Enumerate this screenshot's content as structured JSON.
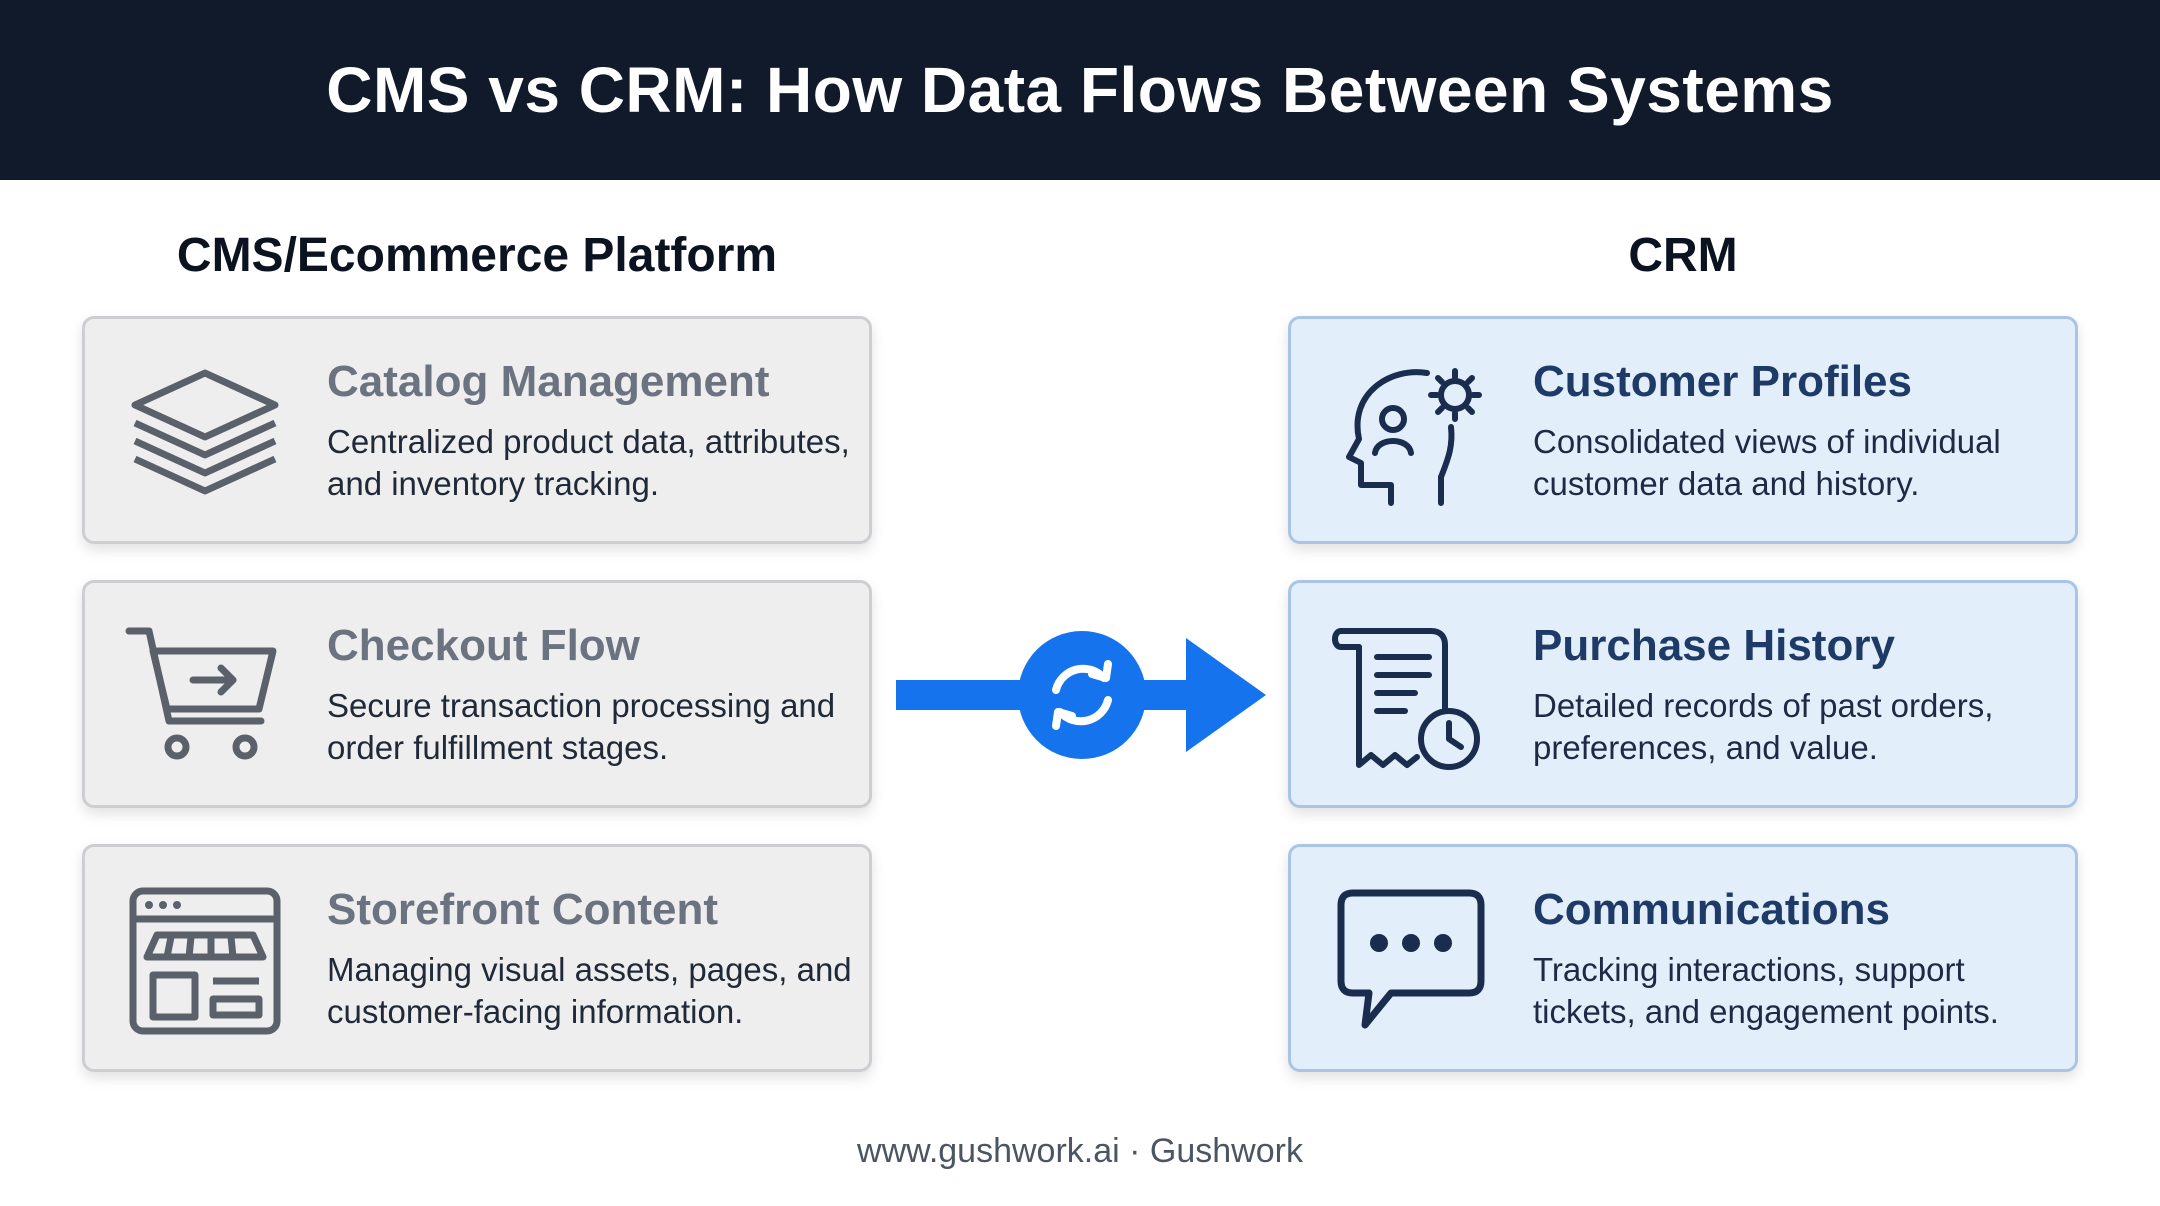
{
  "title": "CMS vs CRM: How Data Flows Between Systems",
  "left_column": {
    "heading": "CMS/Ecommerce Platform",
    "cards": [
      {
        "icon": "layers-icon",
        "title": "Catalog Management",
        "description": "Centralized product data, attributes, and inventory tracking."
      },
      {
        "icon": "shopping-cart-icon",
        "title": "Checkout Flow",
        "description": "Secure transaction processing and order fulfillment stages."
      },
      {
        "icon": "storefront-icon",
        "title": "Storefront Content",
        "description": "Managing visual assets, pages, and customer-facing information."
      }
    ]
  },
  "right_column": {
    "heading": "CRM",
    "cards": [
      {
        "icon": "head-gear-icon",
        "title": "Customer Profiles",
        "description": "Consolidated views of individual customer data and history."
      },
      {
        "icon": "receipt-clock-icon",
        "title": "Purchase History",
        "description": "Detailed records of past orders, preferences, and value."
      },
      {
        "icon": "chat-bubble-icon",
        "title": "Communications",
        "description": "Tracking interactions, support tickets, and engagement points."
      }
    ]
  },
  "flow": {
    "icon": "sync-icon",
    "arrow_icon": "right-arrow-icon",
    "direction": "left-to-right"
  },
  "footer": "www.gushwork.ai · Gushwork",
  "colors": {
    "banner": "#111a2b",
    "accent_blue": "#1573ee",
    "cms_card": "#eeeeef",
    "crm_card": "#e3eefb",
    "crm_title": "#1e3a66"
  }
}
